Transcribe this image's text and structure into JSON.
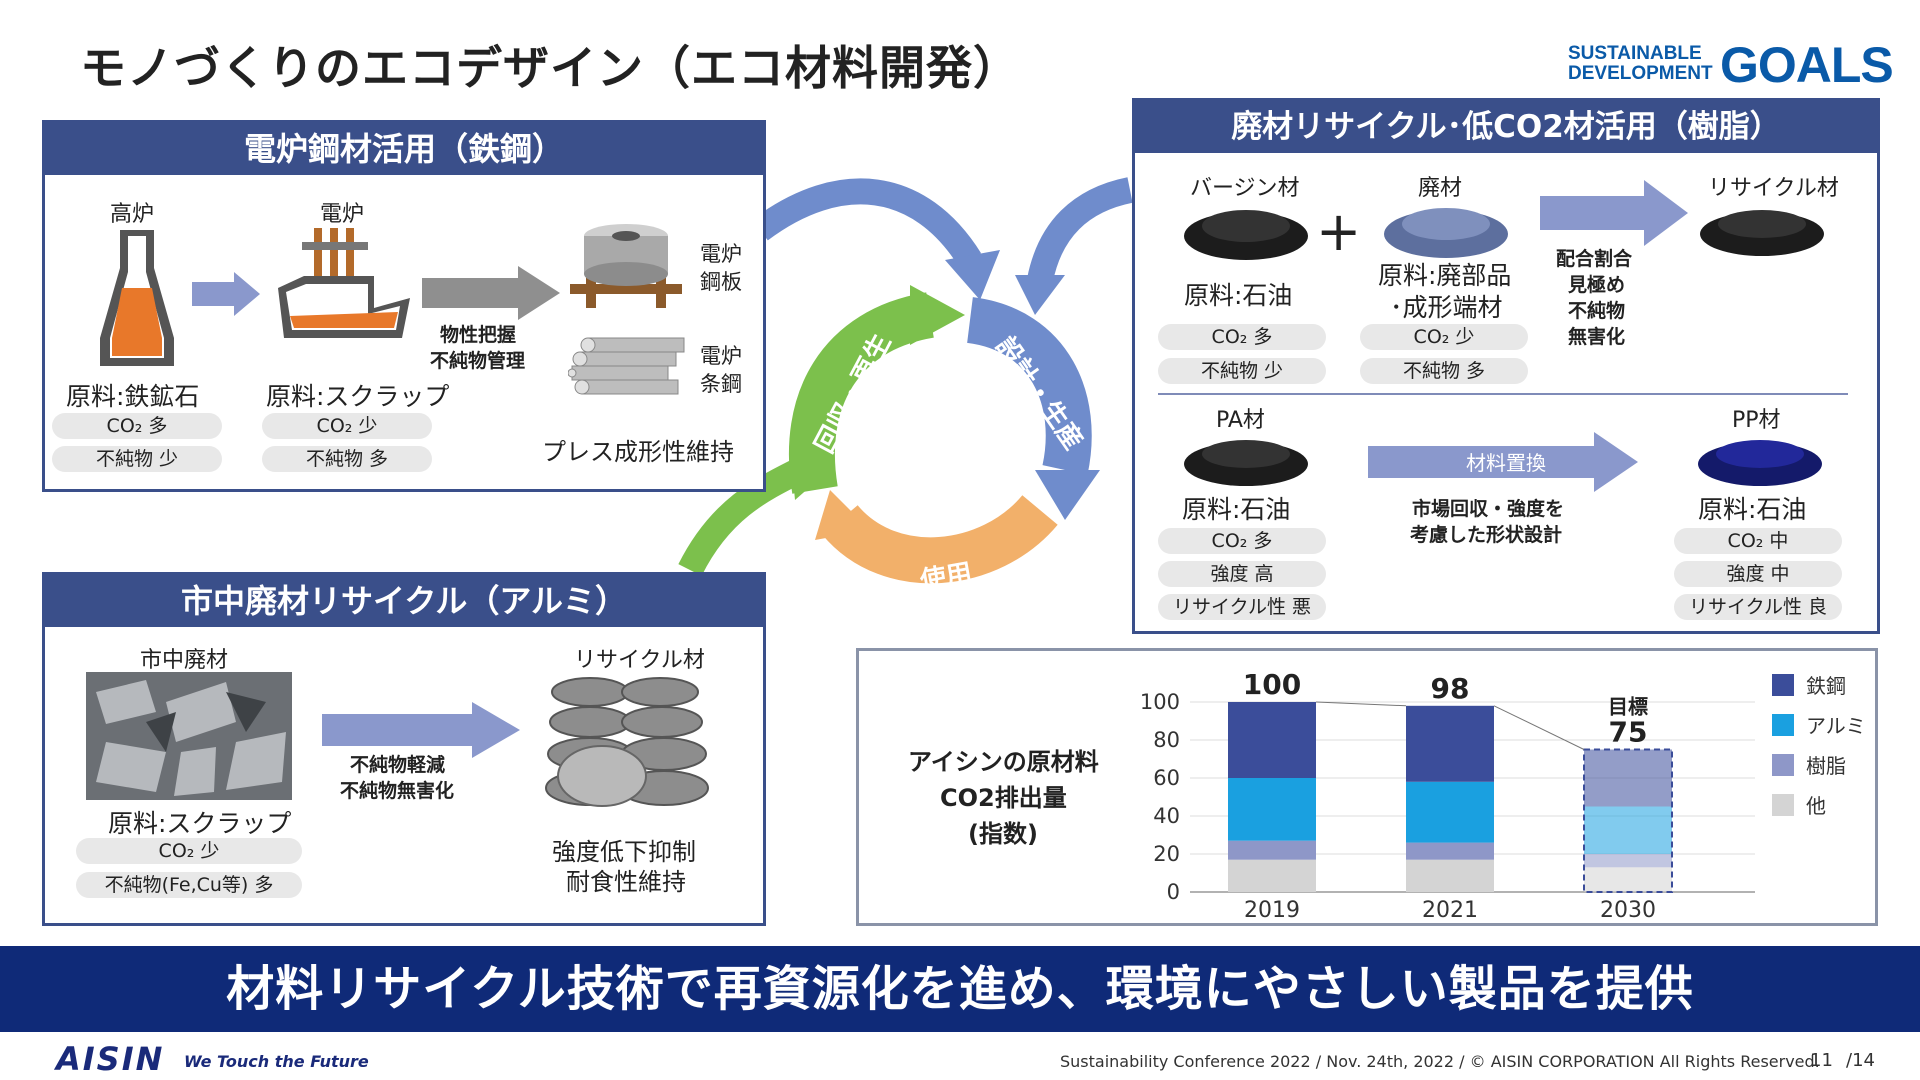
{
  "title": "モノづくりのエコデザイン（エコ材料開発）",
  "sdg": {
    "line1": "SUSTAINABLE",
    "line2": "DEVELOPMENT",
    "goals": "GOALS"
  },
  "steel": {
    "header": "電炉鋼材活用（鉄鋼）",
    "blast_label": "高炉",
    "electric_label": "電炉",
    "blast_material": "原料:鉄鉱石",
    "blast_co2": "CO₂ 多",
    "blast_impurity": "不純物 少",
    "electric_material": "原料:スクラップ",
    "electric_co2": "CO₂ 少",
    "electric_impurity": "不純物 多",
    "arrow_note1": "物性把握",
    "arrow_note2": "不純物管理",
    "product1_l1": "電炉",
    "product1_l2": "鋼板",
    "product2_l1": "電炉",
    "product2_l2": "条鋼",
    "result": "プレス成形性維持"
  },
  "alu": {
    "header": "市中廃材リサイクル（アルミ）",
    "scrap_label": "市中廃材",
    "recycled_label": "リサイクル材",
    "material": "原料:スクラップ",
    "co2": "CO₂ 少",
    "impurity": "不純物(Fe,Cu等) 多",
    "arrow_note1": "不純物軽減",
    "arrow_note2": "不純物無害化",
    "result1": "強度低下抑制",
    "result2": "耐食性維持"
  },
  "cycle": {
    "recover": "回収・再生",
    "design": "設計・生産",
    "use": "使用"
  },
  "resin": {
    "header": "廃材リサイクル･低CO2材活用（樹脂）",
    "virgin_label": "バージン材",
    "waste_label": "廃材",
    "recycle_label": "リサイクル材",
    "virgin_material": "原料:石油",
    "virgin_co2": "CO₂ 多",
    "virgin_impurity": "不純物 少",
    "waste_material1": "原料:廃部品",
    "waste_material2": "･成形端材",
    "waste_co2": "CO₂ 少",
    "waste_impurity": "不純物 多",
    "note1": "配合割合",
    "note2": "見極め",
    "note3": "不純物",
    "note4": "無害化",
    "pa_label": "PA材",
    "pp_label": "PP材",
    "pa_material": "原料:石油",
    "pa_co2": "CO₂ 多",
    "pa_strength": "強度 高",
    "pa_recycle": "リサイクル性 悪",
    "swap_label": "材料置換",
    "swap_note1": "市場回収・強度を",
    "swap_note2": "考慮した形状設計",
    "pp_material": "原料:石油",
    "pp_co2": "CO₂ 中",
    "pp_strength": "強度 中",
    "pp_recycle": "リサイクル性 良"
  },
  "chart_label": {
    "l1": "アイシンの原材料",
    "l2": "CO2排出量",
    "l3": "(指数)"
  },
  "chart_data": {
    "type": "bar",
    "stacked": true,
    "categories": [
      "2019",
      "2021",
      "2030"
    ],
    "totals": [
      100,
      98,
      75
    ],
    "target_label": "目標",
    "target_category": "2030",
    "ylim": [
      0,
      100
    ],
    "yticks": [
      0,
      20,
      40,
      60,
      80,
      100
    ],
    "legend": [
      "鉄鋼",
      "アルミ",
      "樹脂",
      "他"
    ],
    "legend_position": "right",
    "colors": {
      "steel": "#3b4d9a",
      "alu": "#1aa0e0",
      "resin": "#8e97c8",
      "other": "#d4d4d4"
    },
    "series": [
      {
        "name": "他",
        "values": [
          17,
          17,
          13
        ]
      },
      {
        "name": "樹脂",
        "values": [
          10,
          9,
          7
        ]
      },
      {
        "name": "アルミ",
        "values": [
          33,
          32,
          25
        ]
      },
      {
        "name": "鉄鋼",
        "values": [
          40,
          40,
          30
        ]
      }
    ]
  },
  "banner": "材料リサイクル技術で再資源化を進め、環境にやさしい製品を提供",
  "footer": {
    "brand": "AISIN",
    "tagline": "We Touch the Future",
    "credit": "Sustainability Conference 2022 / Nov. 24th, 2022 / © AISIN CORPORATION All Rights Reserved.",
    "page": "11",
    "total": "/14"
  }
}
